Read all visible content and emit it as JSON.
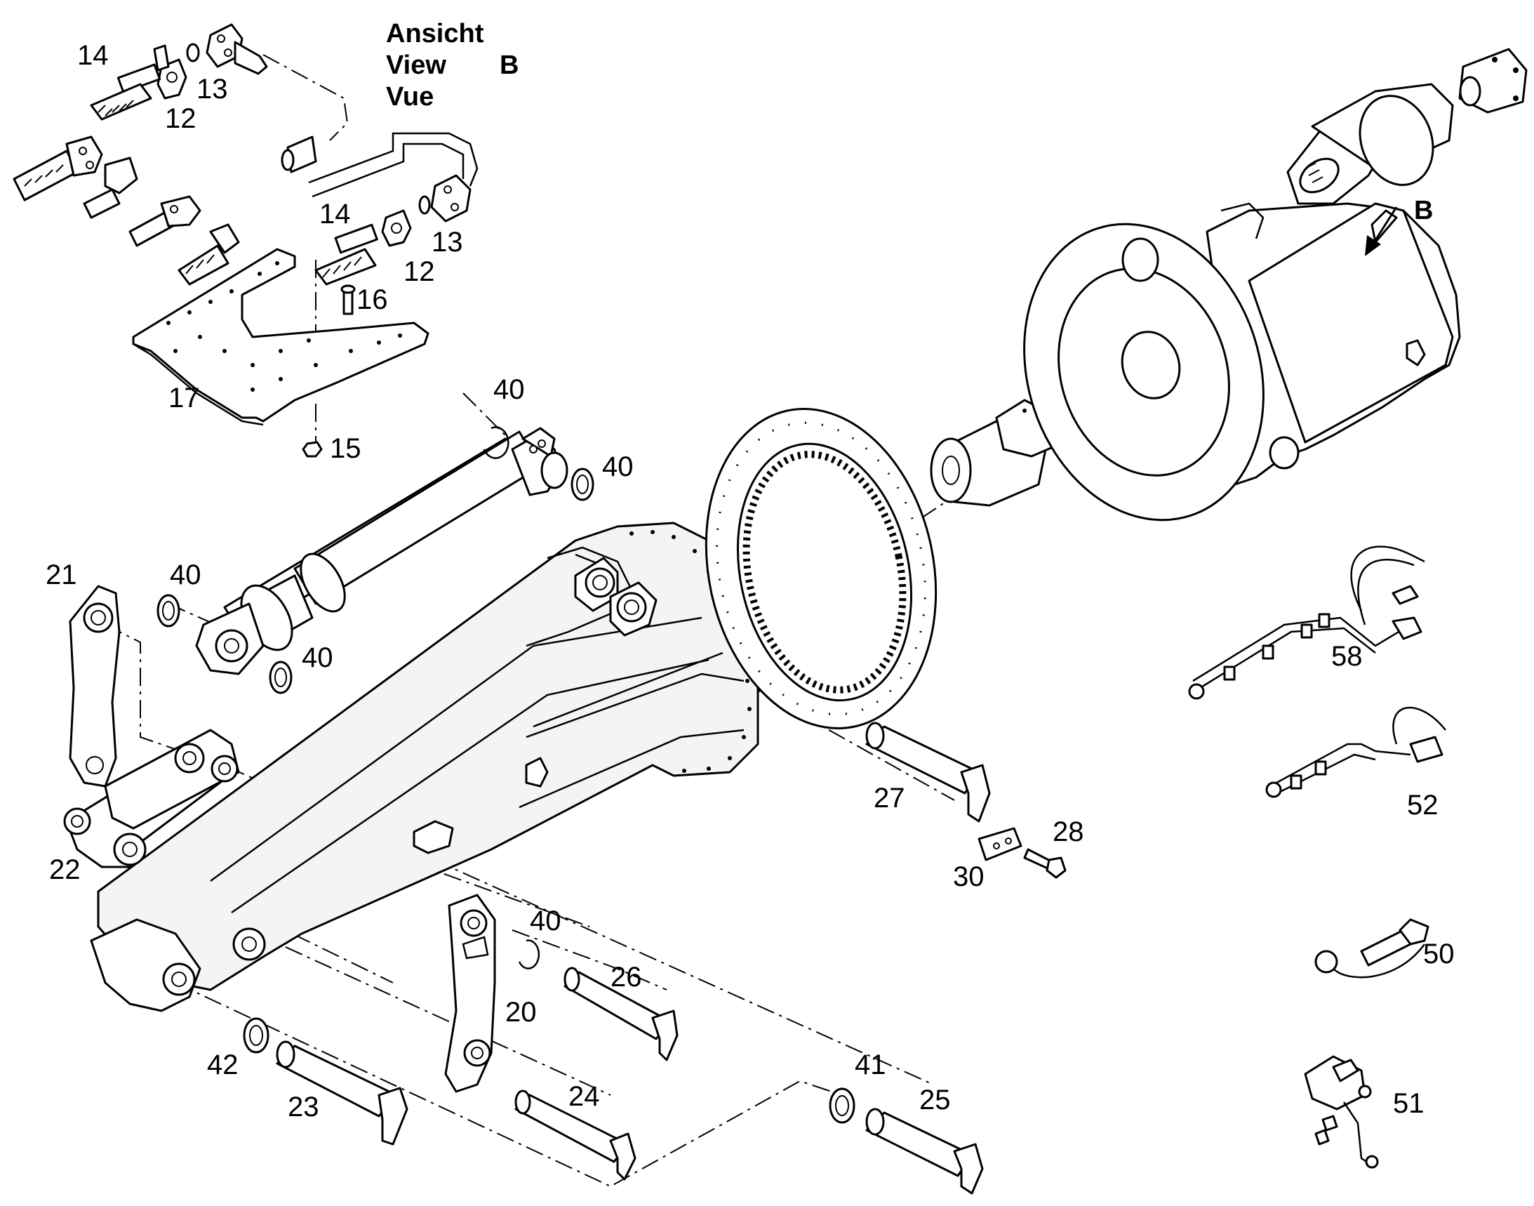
{
  "view_caption": {
    "line1": "Ansicht",
    "line2": "View",
    "line3": "Vue",
    "letter": "B"
  },
  "arrow_label": "B",
  "part_labels": {
    "p12a": "12",
    "p12b": "12",
    "p13a": "13",
    "p13b": "13",
    "p14a": "14",
    "p14b": "14",
    "p15": "15",
    "p16": "16",
    "p17": "17",
    "p20": "20",
    "p21": "21",
    "p22": "22",
    "p23": "23",
    "p24": "24",
    "p25": "25",
    "p26": "26",
    "p27": "27",
    "p28": "28",
    "p30": "30",
    "p40a": "40",
    "p40b": "40",
    "p40c": "40",
    "p40d": "40",
    "p40e": "40",
    "p41": "41",
    "p42": "42",
    "p50": "50",
    "p51": "51",
    "p52": "52",
    "p58": "58"
  }
}
